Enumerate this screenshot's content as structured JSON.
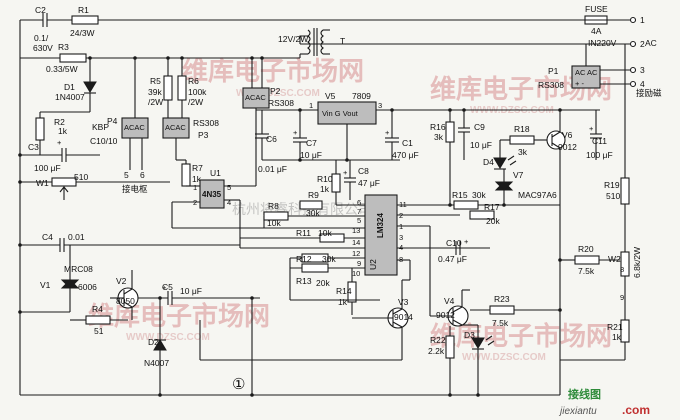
{
  "labels": {
    "c2": "C2",
    "c2_val": "0.1/",
    "c2_volt": "630V",
    "r1": "R1",
    "r1_val": "24/3W",
    "r3": "R3",
    "r3_val": "0.33/5W",
    "d1": "D1",
    "d1_val": "1N4007",
    "r2": "R2",
    "r2_val": "1k",
    "kbp": "KBP",
    "c3": "C3",
    "c3_val": "100 μF",
    "c10_10": "C10/10",
    "p4": "P4",
    "w1": "W1",
    "w1_val": "510",
    "r5": "R5",
    "r5_val1": "39k",
    "r5_val2": "/2W",
    "r6": "R6",
    "r6_val1": "100k",
    "r6_val2": "/2W",
    "rs308_p3": "RS308",
    "p3": "P3",
    "p2": "P2",
    "rs308_p2": "RS308",
    "jiedianchu": "接电枢",
    "pin5": "5",
    "pin6": "6",
    "r7": "R7",
    "r7_val": "1k",
    "u1": "U1",
    "u1_part": "4N35",
    "u1_pin1": "1",
    "u1_pin2": "2",
    "u1_pin4": "4",
    "u1_pin5": "5",
    "transformer_rating": "12V/2W",
    "transformer_t": "T",
    "fuse": "FUSE",
    "fuse_val": "4A",
    "in220": "IN220V",
    "ac_word": "AC",
    "term1": "1",
    "term2": "2",
    "term3": "3",
    "term4": "4",
    "p1": "P1",
    "rs308_p1": "RS308",
    "jielici": "接励磁",
    "v5": "V5",
    "v5_part": "7809",
    "v5_pins": "Vin G Vout",
    "v5_pin1": "1",
    "v5_pin3": "3",
    "c6": "C6",
    "c6_val": "0.01 μF",
    "c7": "C7",
    "c7_val": "10 μF",
    "c1": "C1",
    "c1_val": "470 μF",
    "r10": "R10",
    "r10_val": "1k",
    "c8": "C8",
    "c8_val": "47 μF",
    "r16": "R16",
    "r16_val": "3k",
    "c9": "C9",
    "c9_val": "10 μF",
    "r18": "R18",
    "r18_val": "3k",
    "v6": "V6",
    "v6_part": "9012",
    "c11": "C11",
    "c11_val": "100 μF",
    "d4": "D4",
    "v7": "V7",
    "v7_part": "MAC97A6",
    "r15": "R15",
    "r15_val": "30k",
    "r17": "R17",
    "r17_val": "20k",
    "r19": "R19",
    "r19_val": "510",
    "r8": "R8",
    "r8_val": "10k",
    "r9": "R9",
    "r9_val": "30k",
    "r11": "R11",
    "r11_val": "10k",
    "r12": "R12",
    "r12_val": "30k",
    "r13": "R13",
    "r13_val": "20k",
    "r14": "R14",
    "r14_val": "1k",
    "u2": "U2",
    "u2_part": "LM324",
    "c10": "C10",
    "c10_val": "0.47 μF",
    "r20": "R20",
    "r20_val": "7.5k",
    "w2": "W2",
    "w2_val": "6.8k/2W",
    "r21": "R21",
    "r21_val": "1k",
    "c4": "C4",
    "c4_val": "0.01",
    "v1": "V1",
    "v1_part1": "MRC08",
    "v1_part2": "6006",
    "v2": "V2",
    "v2_part": "8050",
    "c5": "C5",
    "c5_val": "10 μF",
    "r4": "R4",
    "r4_val": "51",
    "d2": "D2",
    "d2_val": "N4007",
    "v3": "V3",
    "v3_part": "9014",
    "v4": "V4",
    "v4_part": "9012",
    "r22": "R22",
    "r22_val": "2.2k",
    "d3": "D3",
    "r23": "R23",
    "r23_val": "7.5k",
    "circled": "①"
  },
  "u1_pins": [
    "1",
    "2",
    "4",
    "5"
  ],
  "u2_pins_left": [
    "6",
    "7",
    "5",
    "13",
    "14",
    "12",
    "9",
    "10"
  ],
  "u2_pins_right": [
    "11",
    "2",
    "1",
    "3",
    "4",
    "8"
  ],
  "watermarks": {
    "brand": "维库电子市场网",
    "url": "WWW.DZSC.COM",
    "ghost": "杭州将睿科技有限公司",
    "corner_cn": "接线图",
    "corner_url": "jiexiantu",
    "corner_com": ".com"
  },
  "colors": {
    "line": "#1b1b1b",
    "watermark": "#d89090",
    "background": "#f6f6f2"
  }
}
